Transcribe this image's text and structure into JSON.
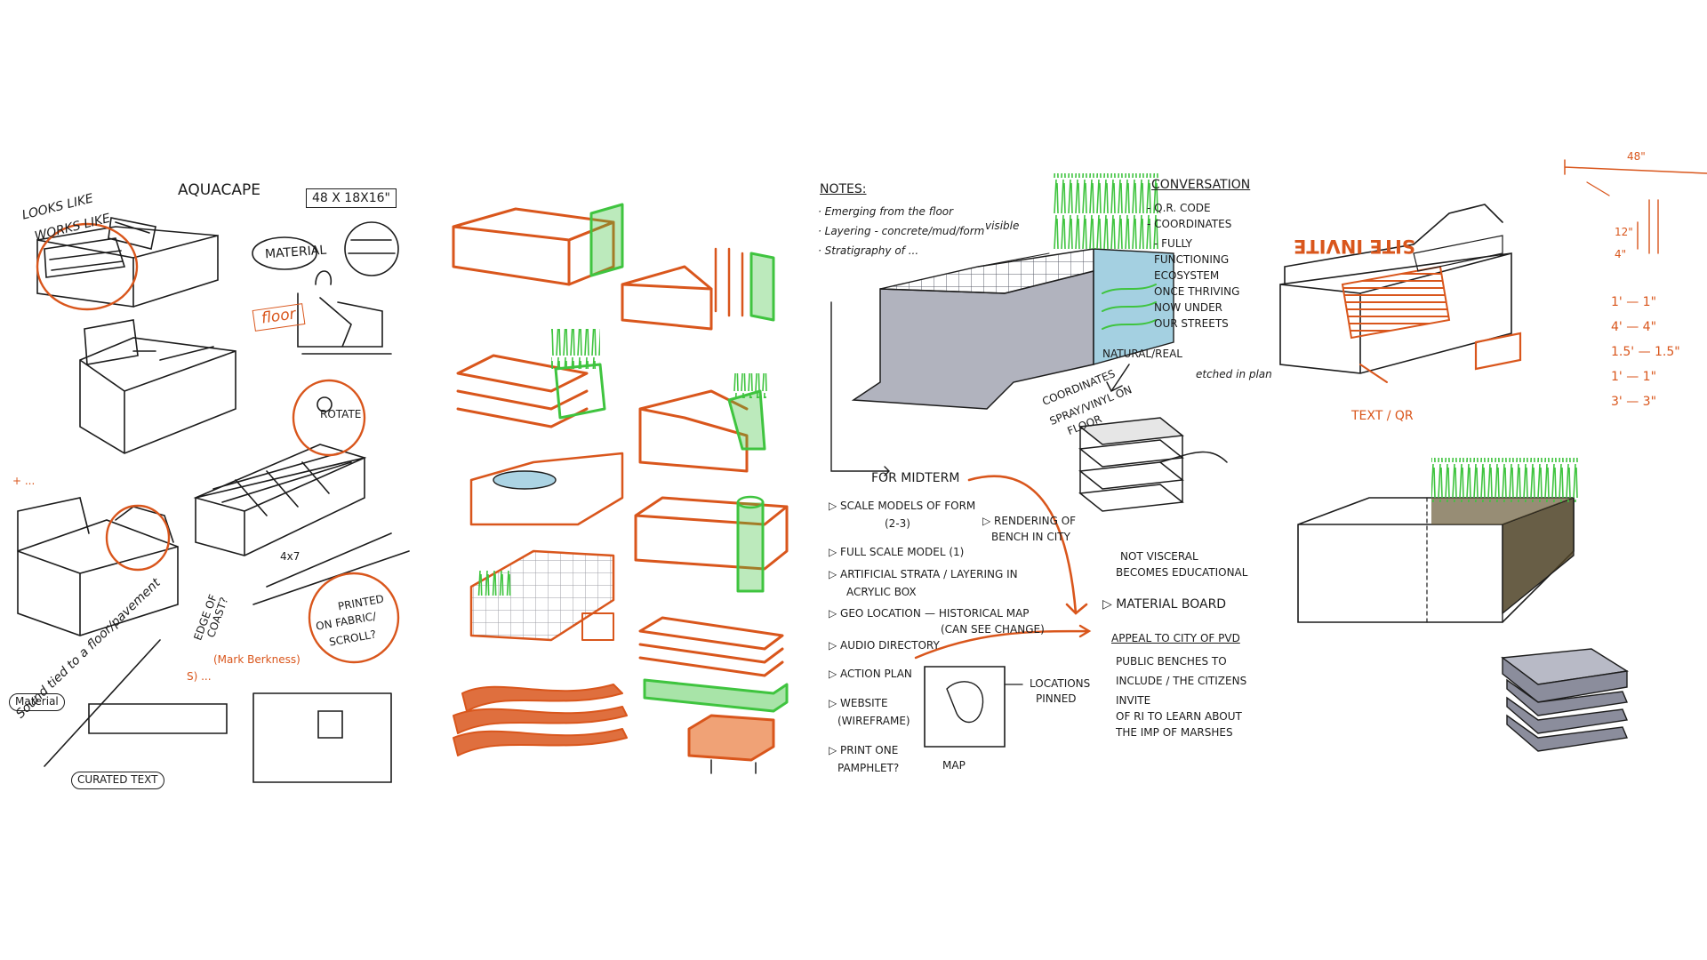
{
  "colors": {
    "ink": "#1c1c1c",
    "accent_orange": "#d9561c",
    "accent_green": "#3fc43f",
    "grey_fill": "#9799a8",
    "blue_fill": "#5aa9c9",
    "soil_fill": "#4e4226"
  },
  "panel1": {
    "looks_like": "LOOKS LIKE",
    "works_like": "WORKS LIKE",
    "title": "AQUACAPE",
    "dimensions": "48 X 18X16\"",
    "material": "MATERIAL",
    "floor": "floor",
    "rotation": "ROTATE",
    "plus_note": "+ ...",
    "printed": "PRINTED",
    "on_fabric": "ON FABRIC/",
    "scroll": "SCROLL?",
    "edge": "EDGE OF",
    "coast": "COAST?",
    "x_grid": "4x7",
    "mark_note": "(Mark Berkness)",
    "note_s": "S) ...",
    "material_circle": "Material",
    "sound_note": "Sound tied to a floor/pavement",
    "curated_text": "CURATED TEXT"
  },
  "panel3": {
    "notes_heading": "NOTES:",
    "notes": [
      "· Emerging from the floor",
      "· Layering - concrete/mud/form",
      "· Stratigraphy of ...",
      "visible"
    ],
    "conversation_heading": "CONVERSATION",
    "conversation_items": [
      "- Q.R. CODE",
      "- COORDINATES",
      "- FULLY",
      "FUNCTIONING",
      "ECOSYSTEM",
      "ONCE THRIVING",
      "NOW UNDER",
      "OUR STREETS"
    ],
    "natural_label": "NATURAL/REAL",
    "coordinates_lines": [
      "COORDINATES",
      "SPRAY/VINYL ON",
      "FLOOR"
    ],
    "etched": "etched in plan",
    "not_visceral": [
      "NOT VISCERAL",
      "BECOMES EDUCATIONAL"
    ],
    "midterm_heading": "FOR MIDTERM",
    "midterm_items": [
      "▷ SCALE MODELS OF FORM",
      "(2-3)",
      "▷ FULL SCALE MODEL (1)",
      "▷ ARTIFICIAL STRATA / LAYERING IN",
      "ACRYLIC BOX",
      "▷ GEO LOCATION",
      "▷ AUDIO DIRECTORY",
      "▷ ACTION PLAN",
      "▷ WEBSITE",
      "(WIREFRAME)",
      "▷ PRINT ONE",
      "PAMPHLET?"
    ],
    "rendering_lines": [
      "▷ RENDERING OF",
      "BENCH IN CITY"
    ],
    "historical_map": [
      "— HISTORICAL MAP",
      "(CAN SEE CHANGE)"
    ],
    "locations_pinned": [
      "LOCATIONS",
      "PINNED"
    ],
    "map_label": "MAP",
    "material_board": "▷ MATERIAL BOARD",
    "appeal": [
      "APPEAL TO CITY OF PVD",
      "PUBLIC BENCHES TO",
      "INCLUDE / THE CITIZENS",
      "INVITE",
      "OF RI TO LEARN ABOUT",
      "THE IMP OF MARSHES"
    ]
  },
  "panel4": {
    "site_invite": "SITE INVITE",
    "text_qr": "TEXT / QR",
    "dim_48": "48\"",
    "dim_12": "12\"",
    "dim_4": "4\"",
    "scale_list": [
      "1' — 1\"",
      "4' — 4\"",
      "1.5' — 1.5\"",
      "1' — 1\"",
      "3' — 3\""
    ]
  }
}
